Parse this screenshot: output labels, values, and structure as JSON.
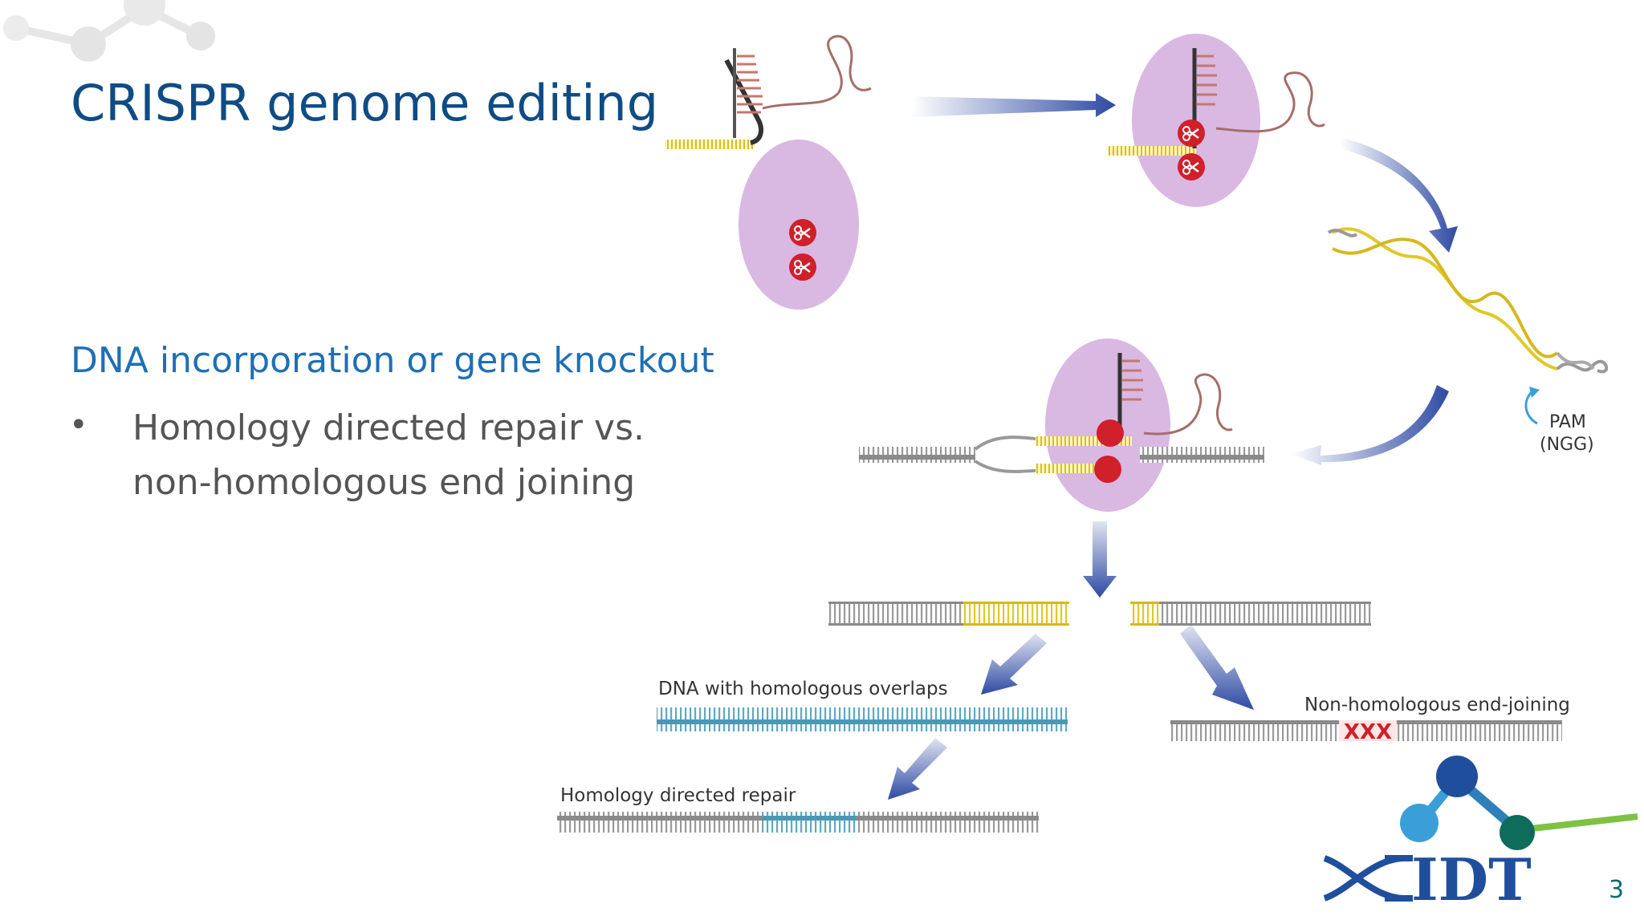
{
  "slide": {
    "title": "CRISPR genome editing",
    "subheading": "DNA incorporation or gene knockout",
    "bullet_line_1": "Homology directed repair vs.",
    "bullet_line_2": "non-homologous end joining",
    "page_number": "3"
  },
  "diagram": {
    "pam_label": "PAM",
    "pam_sub": "(NGG)",
    "overlap_label": "DNA with homologous overlaps",
    "nhej_label": "Non-homologous end-joining",
    "nhej_marks": "XXX",
    "hdr_label": "Homology directed repair",
    "icons": [
      "scissors-icon",
      "arrow-icon",
      "dna-helix-icon"
    ],
    "colors": {
      "cas9": "#d9b8e2",
      "nuclease": "#d0202a",
      "guide": "#e8d84a",
      "arrow": "#2e4aa3",
      "dna": "#9a9a9a",
      "donor": "#6bb6cf"
    }
  },
  "logo": {
    "text": "IDT",
    "colors": {
      "dark": "#1f4f9c",
      "light": "#3a9fd8",
      "teal": "#0f6b5a",
      "green": "#7dc242"
    }
  }
}
